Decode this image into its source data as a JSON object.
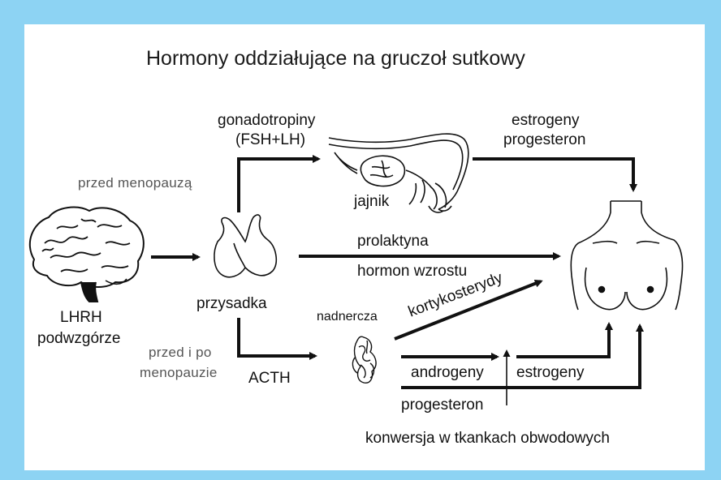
{
  "title": "Hormony oddziałujące na gruczoł sutkowy",
  "labels": {
    "hypothalamus_line1": "LHRH",
    "hypothalamus_line2": "podwzgórze",
    "pituitary": "przysadka",
    "before_menopause": "przed  menopauzą",
    "before_after_line1": "przed  i  po",
    "before_after_line2": "menopauzie",
    "gonadotropins_line1": "gonadotropiny",
    "gonadotropins_line2": "(FSH+LH)",
    "ovary": "jajnik",
    "ovary_hormones_line1": "estrogeny",
    "ovary_hormones_line2": "progesteron",
    "prolactin": "prolaktyna",
    "growth_hormone": "hormon  wzrostu",
    "adrenal": "nadnercza",
    "acth": "ACTH",
    "corticosteroids": "kortykosterydy",
    "androgens": "androgeny",
    "estrogens": "estrogeny",
    "progesterone": "progesteron",
    "peripheral_conversion": "konwersja  w  tkankach  obwodowych"
  },
  "colors": {
    "background": "#8dd3f3",
    "panel": "#ffffff",
    "ink": "#111111",
    "secondary_text": "#555555"
  }
}
